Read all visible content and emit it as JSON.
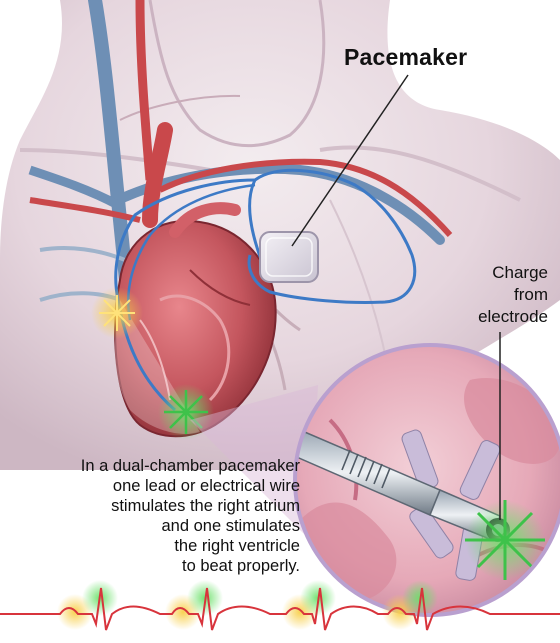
{
  "labels": {
    "pacemaker": "Pacemaker",
    "charge": [
      "Charge",
      "from",
      "electrode"
    ]
  },
  "caption": [
    "In a dual-chamber pacemaker",
    "one lead or electrical wire",
    "stimulates the right atrium",
    "and one stimulates",
    "the right ventricle",
    "to beat properly."
  ],
  "colors": {
    "skin": "#e9dde3",
    "vein": "#6e8fb5",
    "artery": "#c9484b",
    "lead": "#3d7ac6",
    "heart": "#c4565e",
    "ecg": "#d8343c",
    "pulse_green": "#3ec24a",
    "pulse_yellow": "#f3c43a",
    "callout": "#b9a0cf"
  }
}
